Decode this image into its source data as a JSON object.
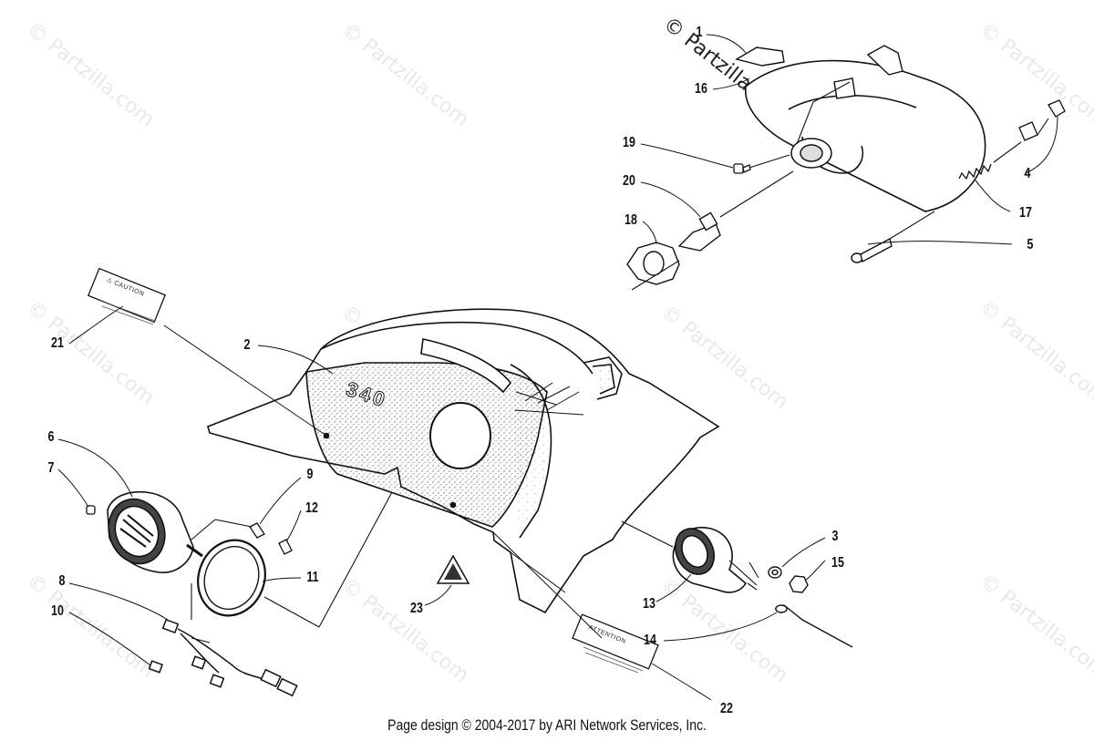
{
  "watermark": {
    "text": "© Partzilla.com"
  },
  "callouts": {
    "c1": "1",
    "c2": "2",
    "c3": "3",
    "c4": "4",
    "c5": "5",
    "c6": "6",
    "c7": "7",
    "c8": "8",
    "c9": "9",
    "c10": "10",
    "c11": "11",
    "c12": "12",
    "c13": "13",
    "c14": "14",
    "c15": "15",
    "c16": "16",
    "c17": "17",
    "c18": "18",
    "c19": "19",
    "c20": "20",
    "c21": "21",
    "c22": "22",
    "c23": "23"
  },
  "decals": {
    "caution": "⚠ CAUTION",
    "attention": "ATTENTION",
    "hood_badge": "340"
  },
  "footer": {
    "text": "Page design © 2004-2017 by ARI Network Services, Inc."
  },
  "colors": {
    "ink": "#111111",
    "watermark": "#969696"
  }
}
